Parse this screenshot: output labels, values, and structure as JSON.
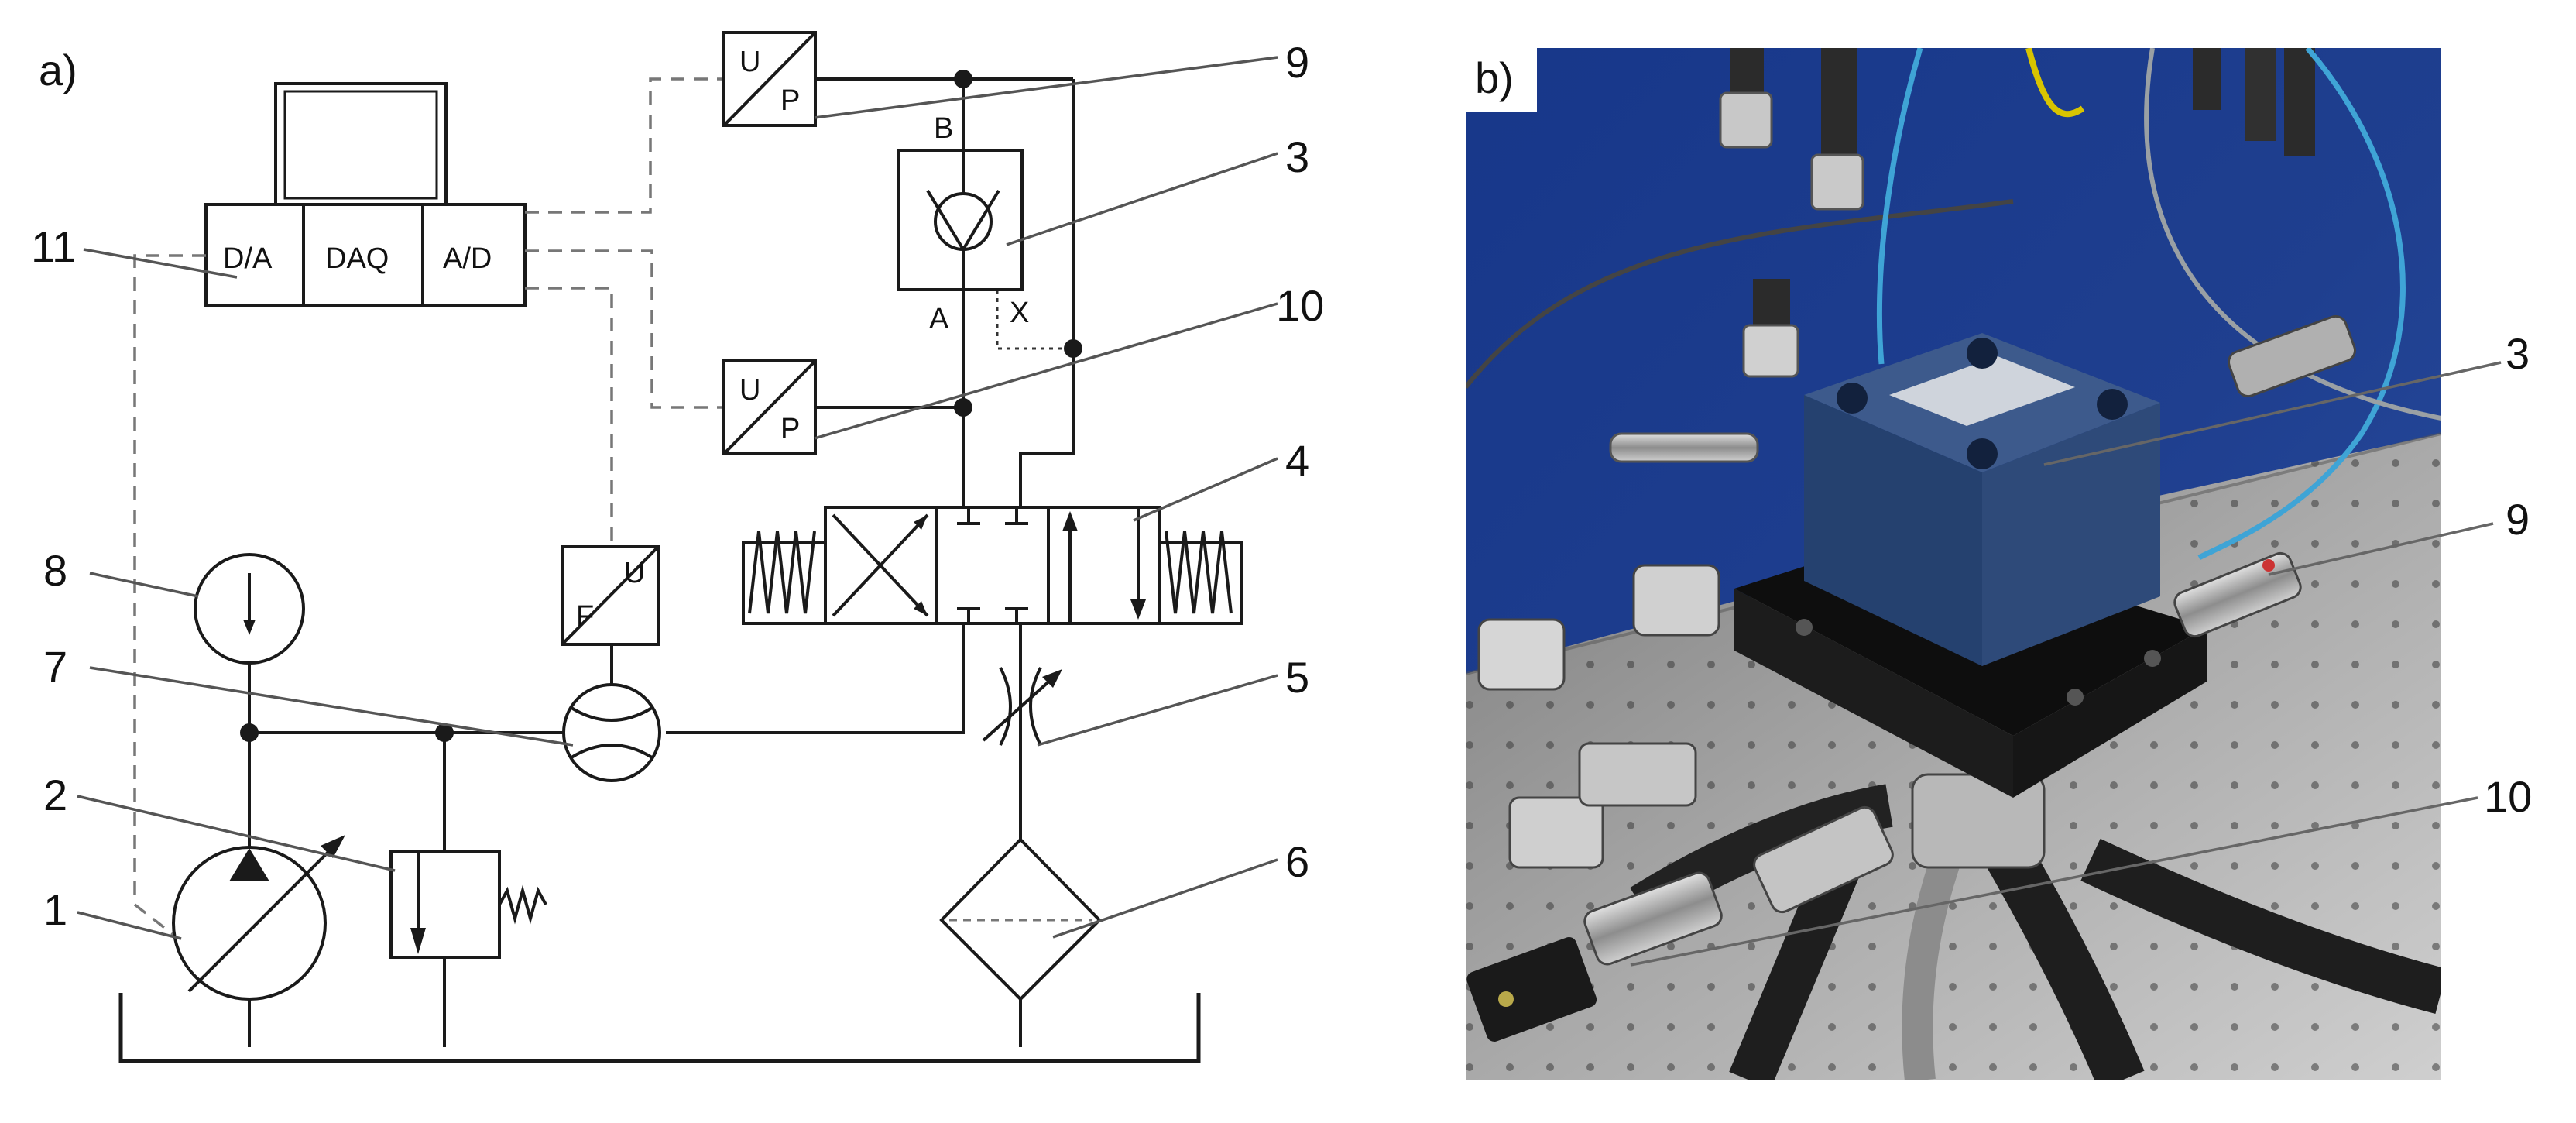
{
  "panels": {
    "a": "a)",
    "b": "b)"
  },
  "daq": {
    "left": "D/A",
    "center": "DAQ",
    "right": "A/D"
  },
  "transducers": {
    "pressure_top": {
      "top": "U",
      "bottom": "P"
    },
    "pressure_mid": {
      "top": "U",
      "bottom": "P"
    },
    "flow": {
      "bottom": "F",
      "top": "U"
    }
  },
  "ports": {
    "b": "B",
    "a": "A",
    "x": "X"
  },
  "callouts_a": [
    "11",
    "9",
    "3",
    "10",
    "4",
    "8",
    "7",
    "5",
    "2",
    "6",
    "1"
  ],
  "callouts_b": [
    "3",
    "9",
    "10"
  ],
  "colors": {
    "line": "#1a1a1a",
    "signal_line": "#777777",
    "wall_blue": "#1f3f8f",
    "valve_blue": "#2e4a79",
    "plate": "#111111"
  }
}
